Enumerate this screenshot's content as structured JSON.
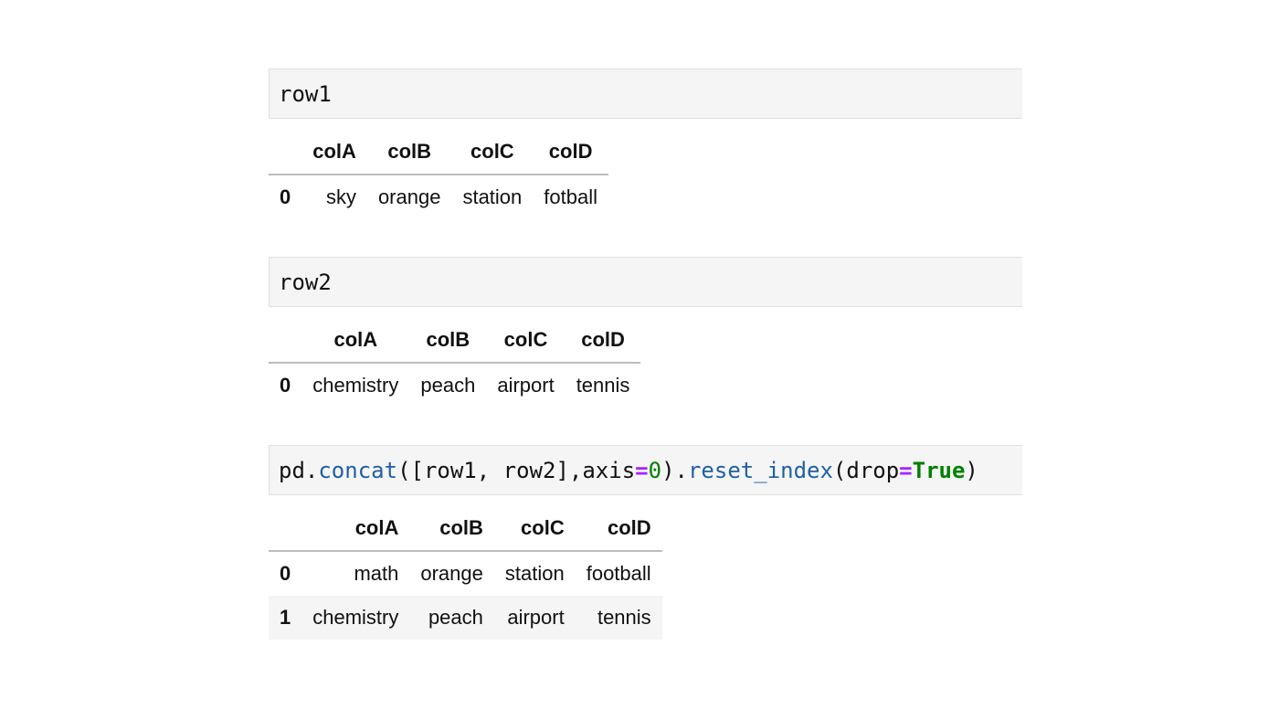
{
  "cells": [
    {
      "code": "row1",
      "table": {
        "columns": [
          "colA",
          "colB",
          "colC",
          "colD"
        ],
        "rows": [
          {
            "index": "0",
            "values": [
              "sky",
              "orange",
              "station",
              "fotball"
            ]
          }
        ]
      }
    },
    {
      "code": "row2",
      "table": {
        "columns": [
          "colA",
          "colB",
          "colC",
          "colD"
        ],
        "rows": [
          {
            "index": "0",
            "values": [
              "chemistry",
              "peach",
              "airport",
              "tennis"
            ]
          }
        ]
      }
    },
    {
      "code_tokens": [
        {
          "t": "pd.",
          "c": ""
        },
        {
          "t": "concat",
          "c": "fn"
        },
        {
          "t": "([row1, row2],axis",
          "c": ""
        },
        {
          "t": "=",
          "c": "op"
        },
        {
          "t": "0",
          "c": "num"
        },
        {
          "t": ").",
          "c": ""
        },
        {
          "t": "reset_index",
          "c": "fn"
        },
        {
          "t": "(drop",
          "c": ""
        },
        {
          "t": "=",
          "c": "op"
        },
        {
          "t": "True",
          "c": "kw"
        },
        {
          "t": ")",
          "c": ""
        }
      ],
      "table": {
        "columns": [
          "colA",
          "colB",
          "colC",
          "colD"
        ],
        "rows": [
          {
            "index": "0",
            "values": [
              "math",
              "orange",
              "station",
              "football"
            ]
          },
          {
            "index": "1",
            "values": [
              "chemistry",
              "peach",
              "airport",
              "tennis"
            ]
          }
        ]
      }
    }
  ],
  "colors": {
    "cell_bg": "#f5f5f5",
    "function": "#1f5fa8",
    "operator": "#aa22ff",
    "literal": "#008000"
  }
}
